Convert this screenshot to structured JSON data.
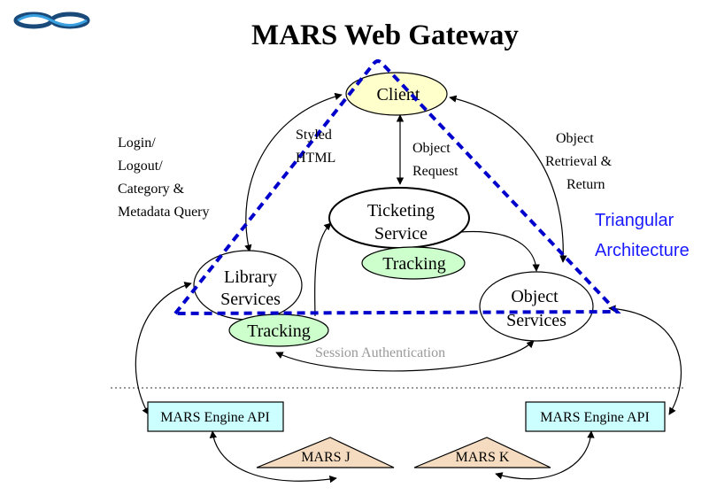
{
  "title": "MARS Web Gateway",
  "nodes": {
    "client": "Client",
    "ticketing_1": "Ticketing",
    "ticketing_2": "Service",
    "tracking_center": "Tracking",
    "library_1": "Library",
    "library_2": "Services",
    "tracking_left": "Tracking",
    "object_1": "Object",
    "object_2": "Services",
    "engine_left": "MARS Engine API",
    "engine_right": "MARS Engine API",
    "mars_j": "MARS J",
    "mars_k": "MARS K"
  },
  "labels": {
    "login_1": "Login/",
    "login_2": "Logout/",
    "login_3": "Category &",
    "login_4": "Metadata Query",
    "styled_1": "Styled",
    "styled_2": "HTML",
    "objreq_1": "Object",
    "objreq_2": "Request",
    "retr_1": "Object",
    "retr_2": "Retrieval &",
    "retr_3": "Return",
    "session": "Session  Authentication",
    "tri_1": "Triangular",
    "tri_2": "Architecture"
  },
  "colors": {
    "client_fill": "#ffffcc",
    "tracking_fill": "#ccffcc",
    "engine_fill": "#ccffff",
    "mars_fill": "#f5dcc0",
    "triangle_dash": "#0000cc",
    "annotation_text": "#1a1aff",
    "session_text": "#999999"
  }
}
